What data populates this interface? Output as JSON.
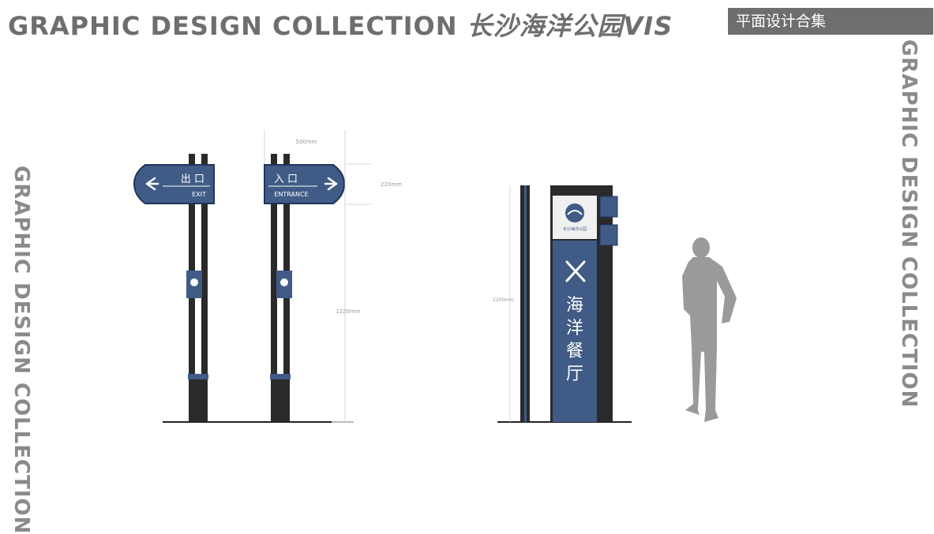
{
  "header": {
    "title_en": "GRAPHIC DESIGN COLLECTION",
    "title_cn": "长沙海洋公园VIS",
    "badge": "平面设计合集"
  },
  "side_label": "GRAPHIC DESIGN COLLECTION",
  "signs": {
    "exit_cn": "出 口",
    "exit_en": "EXIT",
    "entrance_cn": "入 口",
    "entrance_en": "ENTRANCE",
    "restaurant_chars": [
      "海",
      "洋",
      "餐",
      "厅"
    ],
    "logo_text": "长沙海洋公园"
  },
  "dimensions": {
    "width": "500mm",
    "panel_height": "220mm",
    "post_height": "1220mm",
    "totem_height": "2200mm"
  },
  "colors": {
    "sign_blue": "#3f5b86",
    "post_dark": "#2a2a2a",
    "human": "#9a9a9a"
  }
}
